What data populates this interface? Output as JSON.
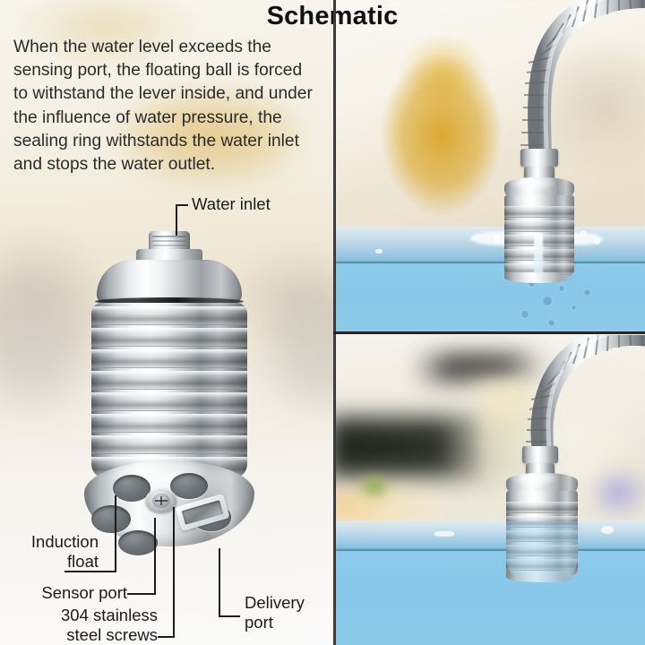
{
  "title": "Schematic",
  "description": "When the water level exceeds the sensing port, the floating ball is forced to withstand the lever inside, and under the influence of water pressure, the sealing ring withstands the water inlet and stops the water outlet.",
  "labels": {
    "water_inlet": "Water inlet",
    "induction_float_line1": "Induction",
    "induction_float_line2": "float",
    "sensor_port": "Sensor port",
    "screws_line1": "304 stainless",
    "screws_line2": "steel screws",
    "delivery_port_line1": "Delivery",
    "delivery_port_line2": "port"
  },
  "panels": {
    "main_product": "stainless-steel-water-level-valve-closeup",
    "top_right": "device-dispensing-water-into-tank",
    "bottom_right": "device-submerged-water-shut-off"
  },
  "colors": {
    "title_text": "#111111",
    "body_text": "#2a2a2a",
    "label_text": "#1b1b1b",
    "leader_line": "#1c1c1c",
    "divider": "#3b3b3b",
    "water": "#8ecbeb",
    "background_cream": "#f4efe3",
    "accent_gold": "#d8a01a",
    "metal_chrome": "#cfd3d6"
  }
}
